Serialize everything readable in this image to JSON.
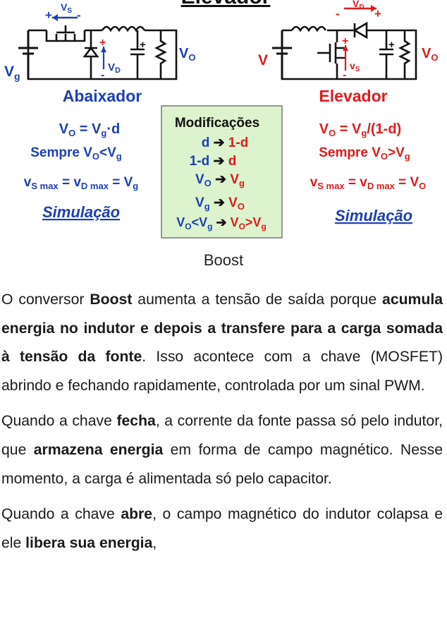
{
  "figure": {
    "top_title": "Elevador",
    "buck": {
      "label_vs_plus": "+",
      "label_vs": "V",
      "label_vs_sub": "S",
      "label_vs_minus": "-",
      "label_vg": "V",
      "label_vg_sub": "g",
      "label_vd_plus": "+",
      "label_vd": "V",
      "label_vd_sub": "D",
      "label_vd_minus": "-",
      "label_cap_plus": "+",
      "label_vo": "V",
      "label_vo_sub": "O",
      "name": "Abaixador",
      "eq1_a": "V",
      "eq1_a_sub": "O",
      "eq1_b": " = V",
      "eq1_b_sub": "g",
      "eq1_c": "·d",
      "eq2_a": "Sempre V",
      "eq2_a_sub": "O",
      "eq2_b": "<V",
      "eq2_b_sub": "g",
      "eq3_a": "v",
      "eq3_a_sub": "S max",
      "eq3_b": " = v",
      "eq3_b_sub": "D max",
      "eq3_c": " = V",
      "eq3_c_sub": "g",
      "sim": "Simulação"
    },
    "boost": {
      "label_vd_minus": "-",
      "label_vd": "V",
      "label_vd_sub": "D",
      "label_vd_plus": "+",
      "label_v": "V",
      "label_vs_plus": "+",
      "label_vs": "v",
      "label_vs_sub": "S",
      "label_vs_minus": "-",
      "label_cap_plus": "+",
      "label_vo": "V",
      "label_vo_sub": "O",
      "name": "Elevador",
      "eq1_a": "V",
      "eq1_a_sub": "O",
      "eq1_b": " = V",
      "eq1_b_sub": "g",
      "eq1_c": "/(1-d)",
      "eq2_a": "Sempre V",
      "eq2_a_sub": "O",
      "eq2_b": ">V",
      "eq2_b_sub": "g",
      "eq3_a": "v",
      "eq3_a_sub": "S max",
      "eq3_b": " = v",
      "eq3_b_sub": "D max",
      "eq3_c": " = V",
      "eq3_c_sub": "O",
      "sim": "Simulação"
    },
    "modif": {
      "title": "Modificações",
      "r1_l": "d",
      "r1_r": "1-d",
      "r2_l": "1-d",
      "r2_r": "d",
      "r3_l": "V",
      "r3_l_sub": "O",
      "r3_r": "V",
      "r3_r_sub": "g",
      "r4_l": "V",
      "r4_l_sub": "g",
      "r4_r": "V",
      "r4_r_sub": "O",
      "r5_l": "V",
      "r5_l_sub": "O",
      "r5_l2": "<V",
      "r5_l2_sub": "g",
      "r5_r": "V",
      "r5_r_sub": "O",
      "r5_r2": ">V",
      "r5_r2_sub": "g"
    },
    "colors": {
      "blue": "#1d3fb5",
      "red": "#dd1c1c",
      "box_bg": "#dcf3cd"
    }
  },
  "caption": "Boost",
  "body": {
    "p1": {
      "a": "O conversor ",
      "b": "Boost",
      "c": " aumenta a tensão de saída porque ",
      "d": "acumula energia no indutor e depois a transfere para a carga somada à tensão da fonte",
      "e": ". Isso acontece com a chave (MOSFET) abrindo e fechando rapidamente, controlada por um sinal PWM."
    },
    "p2": {
      "a": "Quando a chave ",
      "b": "fecha",
      "c": ", a corrente da fonte passa só pelo indutor, que ",
      "d": "armazena energia",
      "e": " em forma de campo magnético. Nesse momento, a carga é alimentada só pelo capacitor."
    },
    "p3": {
      "a": "Quando a chave ",
      "b": "abre",
      "c": ", o campo magnético do indutor colapsa e ele ",
      "d": "libera sua energia",
      "e": ","
    }
  }
}
